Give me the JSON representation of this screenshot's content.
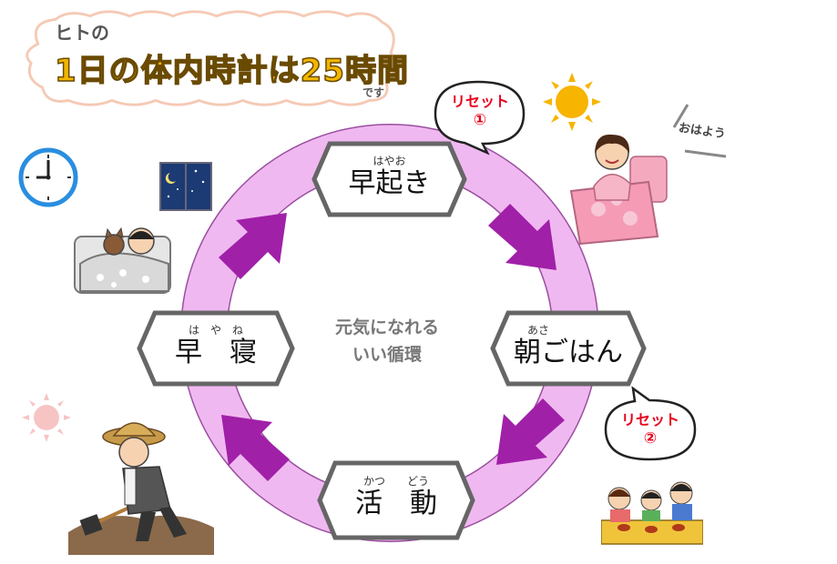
{
  "title": {
    "small": "ヒトの",
    "main": "1日の体内時計は25時間",
    "suffix": "です"
  },
  "center": {
    "line1": "元気になれる",
    "line2": "いい循環"
  },
  "steps": {
    "wake": {
      "ruby": "はやお",
      "label": "早起き"
    },
    "breakfast": {
      "ruby": "あさ",
      "label": "朝ごはん"
    },
    "activity": {
      "ruby": "かつ　　どう",
      "label": "活　動"
    },
    "sleep": {
      "ruby": "は　や　ね",
      "label": "早　寝"
    }
  },
  "reset1": {
    "label": "リセット",
    "num": "①"
  },
  "reset2": {
    "label": "リセット",
    "num": "②"
  },
  "greeting": "おはよう",
  "colors": {
    "ring": "#f0b0f0",
    "arrow": "#a020a8",
    "hex_border": "#666666",
    "title_fill": "#f2b600",
    "reset_red": "#e8001c"
  }
}
